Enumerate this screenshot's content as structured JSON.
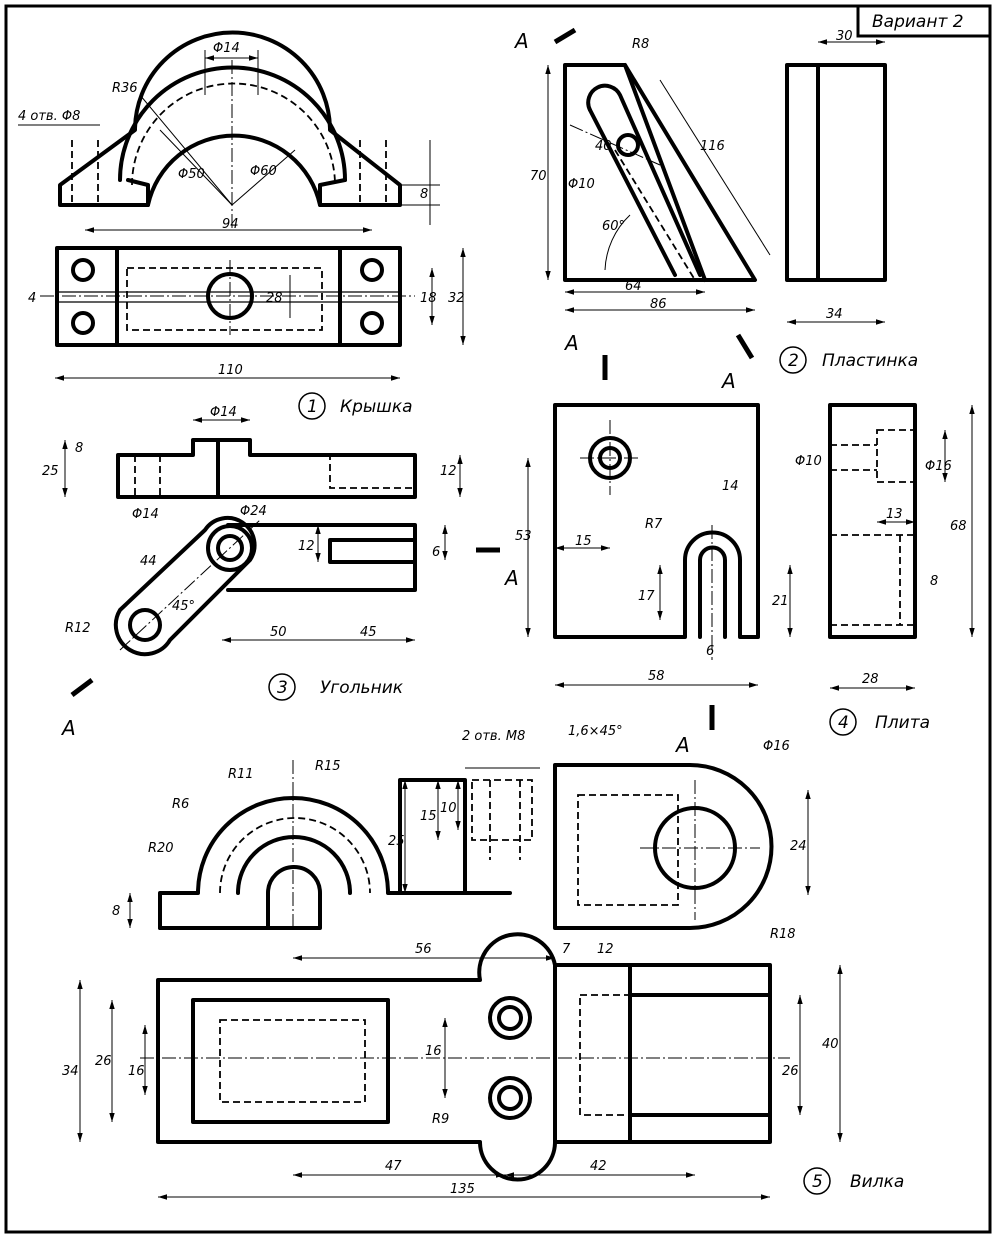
{
  "variant_label": "Вариант 2",
  "section_letter": "A",
  "parts": [
    {
      "number": "1",
      "name": "Крышка"
    },
    {
      "number": "2",
      "name": "Пластинка"
    },
    {
      "number": "3",
      "name": "Угольник"
    },
    {
      "number": "4",
      "name": "Плита"
    },
    {
      "number": "5",
      "name": "Вилка"
    }
  ],
  "dimensions": {
    "p1": {
      "d14": "Φ14",
      "r36": "R36",
      "holes": "4 отв. Φ8",
      "d50": "Φ50",
      "d60": "Φ60",
      "h8": "8",
      "w94": "94",
      "d4": "4",
      "h28": "28",
      "h18": "18",
      "h32": "32",
      "w110": "110"
    },
    "p2": {
      "r8": "R8",
      "w30": "30",
      "h70": "70",
      "d10": "Φ10",
      "l40": "40",
      "l116": "116",
      "a60": "60°",
      "w64": "64",
      "w86": "86",
      "w34": "34"
    },
    "p3": {
      "d14a": "Φ14",
      "h8": "8",
      "h25": "25",
      "h12": "12",
      "d14b": "Φ14",
      "d24": "Φ24",
      "l44": "44",
      "h12b": "12",
      "h6": "6",
      "a45": "45°",
      "r12": "R12",
      "w50": "50",
      "w45": "45"
    },
    "p4": {
      "h53": "53",
      "w14": "14",
      "r7": "R7",
      "w15": "15",
      "h17": "17",
      "h21": "21",
      "w6": "6",
      "w58": "58",
      "d10": "Φ10",
      "d16": "Φ16",
      "w13": "13",
      "h68": "68",
      "h8": "8",
      "w28": "28"
    },
    "p5": {
      "holes": "2 отв. M8",
      "chamfer": "1,6×45°",
      "d16": "Φ16",
      "r11": "R11",
      "r15": "R15",
      "r6": "R6",
      "r20": "R20",
      "h8": "8",
      "h25": "25",
      "h15": "15",
      "h10": "10",
      "h24": "24",
      "r18": "R18",
      "w56": "56",
      "w7": "7",
      "w12": "12",
      "h34": "34",
      "h26": "26",
      "h16": "16",
      "h16b": "16",
      "r9": "R9",
      "h26b": "26",
      "h40": "40",
      "w47": "47",
      "w42": "42",
      "w135": "135"
    }
  }
}
